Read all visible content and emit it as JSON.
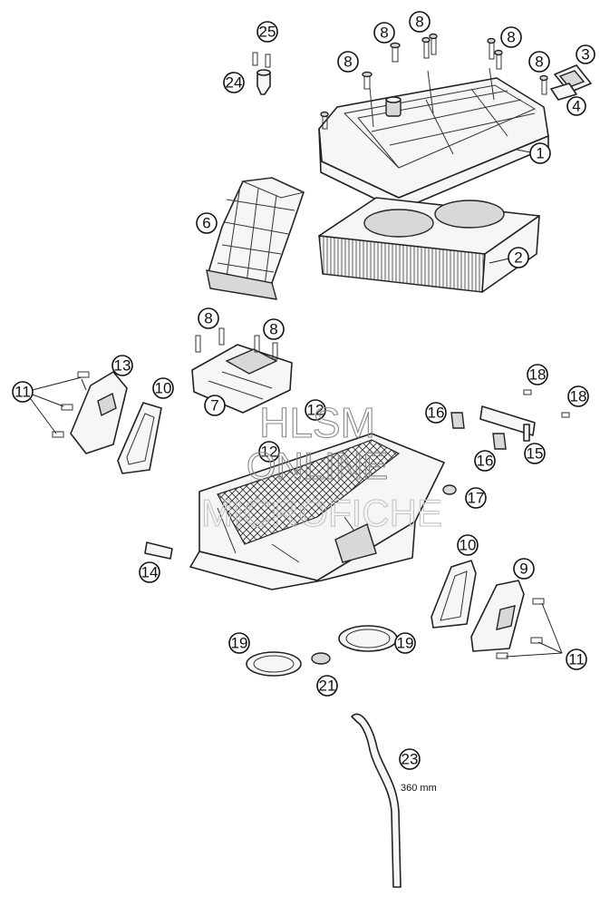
{
  "diagram": {
    "callouts": [
      {
        "n": "25"
      },
      {
        "n": "8"
      },
      {
        "n": "8"
      },
      {
        "n": "8"
      },
      {
        "n": "8"
      },
      {
        "n": "8"
      },
      {
        "n": "3"
      },
      {
        "n": "24"
      },
      {
        "n": "4"
      },
      {
        "n": "1"
      },
      {
        "n": "6"
      },
      {
        "n": "2"
      },
      {
        "n": "8"
      },
      {
        "n": "8"
      },
      {
        "n": "13"
      },
      {
        "n": "11"
      },
      {
        "n": "10"
      },
      {
        "n": "7"
      },
      {
        "n": "18"
      },
      {
        "n": "18"
      },
      {
        "n": "16"
      },
      {
        "n": "12"
      },
      {
        "n": "12"
      },
      {
        "n": "15"
      },
      {
        "n": "16"
      },
      {
        "n": "17"
      },
      {
        "n": "14"
      },
      {
        "n": "10"
      },
      {
        "n": "9"
      },
      {
        "n": "19"
      },
      {
        "n": "19"
      },
      {
        "n": "11"
      },
      {
        "n": "21"
      },
      {
        "n": "23"
      }
    ],
    "hose_length_note": "360 mm",
    "watermark": {
      "line1": "HLSM",
      "line2": "ONLINE",
      "line3": "MICROFICHE"
    }
  }
}
